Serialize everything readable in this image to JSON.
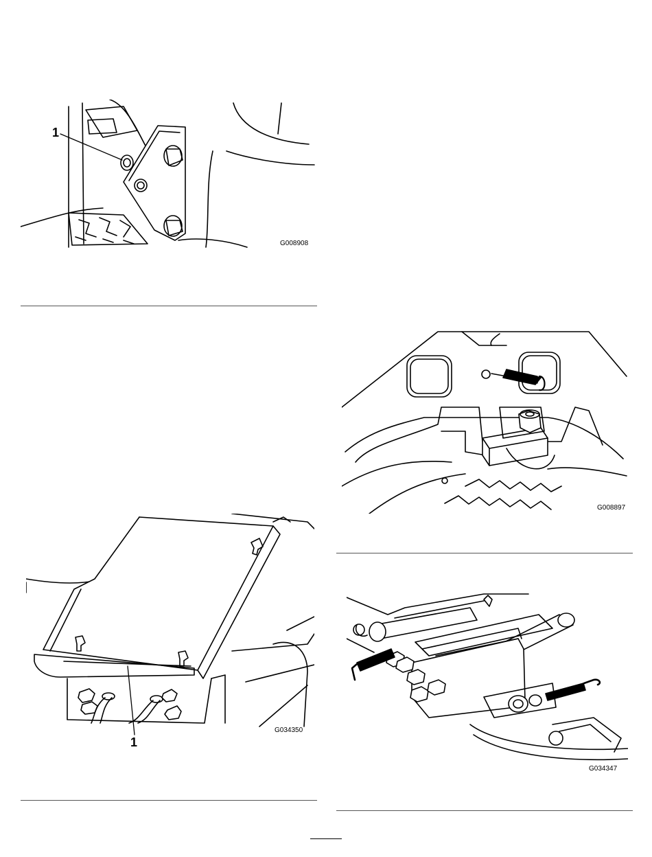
{
  "figures": [
    {
      "code": "G008908",
      "callout": "1"
    },
    {
      "code": "G008897"
    },
    {
      "code": "G034350",
      "callout": "1"
    },
    {
      "code": "G034347"
    }
  ]
}
